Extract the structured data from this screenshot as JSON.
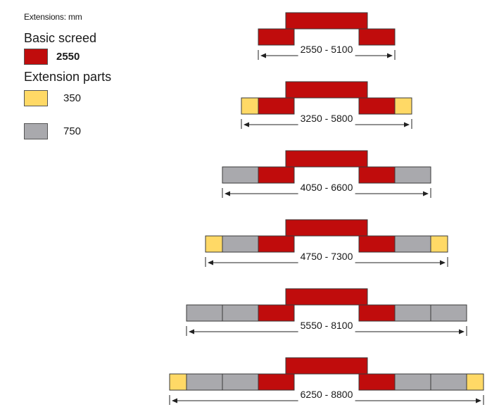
{
  "legend": {
    "unit_note": "Extensions: mm",
    "basic_title": "Basic screed",
    "basic_value": "2550",
    "extension_title": "Extension parts",
    "ext_small_value": "350",
    "ext_large_value": "750"
  },
  "colors": {
    "basic": "#c00c0c",
    "ext_small": "#ffd966",
    "ext_large": "#a9a9ad",
    "outline": "#3a3a3a"
  },
  "configurations": [
    {
      "label": "2550 - 5100",
      "extensions": []
    },
    {
      "label": "3250 - 5800",
      "extensions": [
        350
      ]
    },
    {
      "label": "4050 - 6600",
      "extensions": [
        750
      ]
    },
    {
      "label": "4750 - 7300",
      "extensions": [
        750,
        350
      ]
    },
    {
      "label": "5550 - 8100",
      "extensions": [
        750,
        750
      ]
    },
    {
      "label": "6250 - 8800",
      "extensions": [
        750,
        750,
        350
      ]
    }
  ]
}
